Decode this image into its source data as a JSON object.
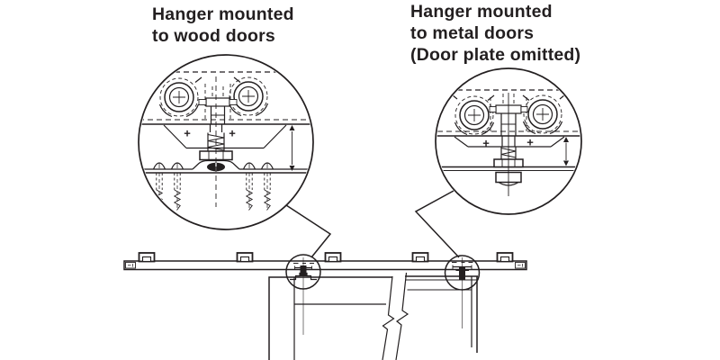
{
  "colors": {
    "background": "#ffffff",
    "line": "#231f20"
  },
  "labels": {
    "wood_callout": {
      "line1": "Hanger mounted",
      "line2": "to wood doors"
    },
    "metal_callout": {
      "line1": "Hanger mounted",
      "line2": "to metal doors",
      "line3": "(Door plate omitted)"
    }
  },
  "marks": {
    "plus": "+"
  }
}
